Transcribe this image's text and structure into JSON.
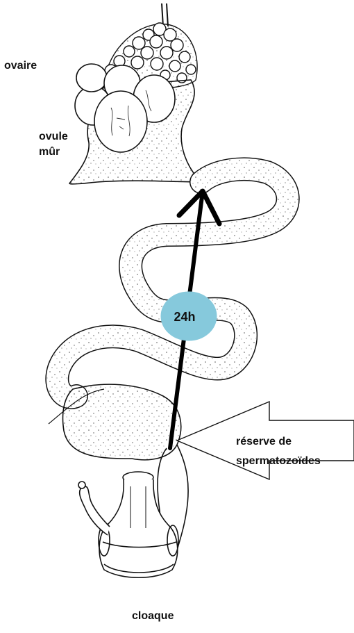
{
  "labels": {
    "ovary": "ovaire",
    "mature_ovule_line1": "ovule",
    "mature_ovule_line2": "mûr",
    "sperm_reserve_line1": "réserve de",
    "sperm_reserve_line2": "spermatozoïdes",
    "cloaca": "cloaque"
  },
  "arrow": {
    "duration_label": "24h",
    "badge_color": "#86c9dc"
  },
  "colors": {
    "stroke": "#111111",
    "background": "#ffffff",
    "speckle": "#555555"
  }
}
